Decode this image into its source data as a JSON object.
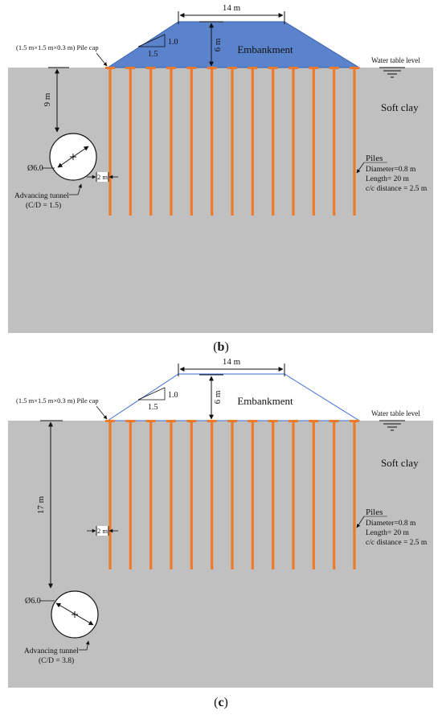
{
  "panel_b": {
    "caption_open": "(",
    "caption_letter": "b",
    "caption_close": ")",
    "crest_width": "14 m",
    "embankment_height": "6 m",
    "embankment": "Embankment",
    "slope_v": "1.0",
    "slope_h": "1.5",
    "pile_cap": "(1.5 m×1.5 m×0.3 m) Pile cap",
    "water_table": "Water table level",
    "soil": "Soft clay",
    "tunnel_depth": "9 m",
    "tunnel_diameter": "Ø6.0",
    "gap": "2 m",
    "tunnel_label": "Advancing tunnel",
    "tunnel_ratio": "(C/D = 1.5)",
    "piles_title": "Piles",
    "piles_diameter": "Diameter=0.8 m",
    "piles_length": "Length= 20 m",
    "piles_spacing": "c/c distance = 2.5 m"
  },
  "panel_c": {
    "caption_open": "(",
    "caption_letter": "c",
    "caption_close": ")",
    "crest_width": "14 m",
    "embankment_height": "6 m",
    "embankment": "Embankment",
    "slope_v": "1.0",
    "slope_h": "1.5",
    "pile_cap": "(1.5 m×1.5 m×0.3 m) Pile cap",
    "water_table": "Water table level",
    "soil": "Soft clay",
    "tunnel_depth": "17 m",
    "tunnel_diameter": "Ø6.0",
    "gap": "2 m",
    "tunnel_label": "Advancing tunnel",
    "tunnel_ratio": "(C/D = 3.8)",
    "piles_title": "Piles",
    "piles_diameter": "Diameter=0.8 m",
    "piles_length": "Length= 20 m",
    "piles_spacing": "c/c distance = 2.5 m"
  },
  "colors": {
    "soil": "#c0c0c0",
    "embankment_b": "#5b83cc",
    "embankment_c": "#ffffff",
    "pile": "#f07a2a",
    "outline_c": "#3b6fd6"
  },
  "piles_count": 13
}
